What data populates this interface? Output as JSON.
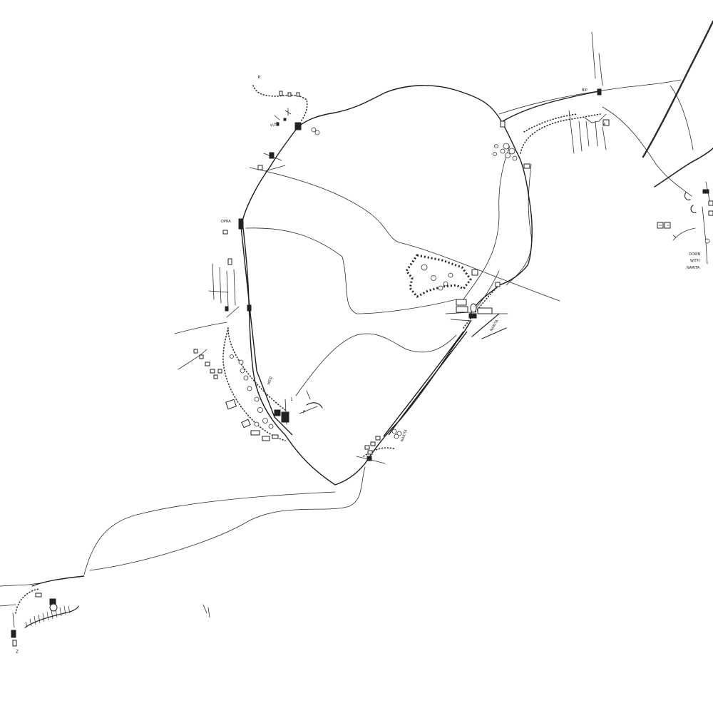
{
  "labels": {
    "opera": "OPRA",
    "flea": "FLEA",
    "meiji": "MEIJI",
    "p_mark": "P",
    "mark_1": "1",
    "down_with": "DOWN",
    "with": "WITH",
    "narita": "NARITA",
    "k_mark": "K",
    "mark_z": "Z",
    "bip": "BIP",
    "mark_4": "4"
  },
  "colors": {
    "ink": "#2a2a2a",
    "paper": "#ffffff"
  }
}
